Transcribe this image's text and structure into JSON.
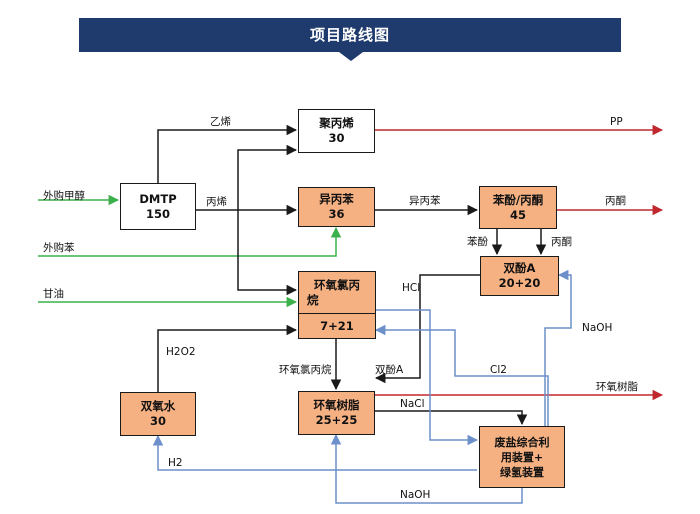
{
  "title": "项目路线图",
  "boxes": {
    "dmtp": {
      "name": "DMTP",
      "value": "150"
    },
    "polypropylene": {
      "name": "聚丙烯",
      "value": "30"
    },
    "cumene": {
      "name": "异丙苯",
      "value": "36"
    },
    "phenol_acetone": {
      "name": "苯酚/丙酮",
      "value": "45"
    },
    "bisphenol_a": {
      "name": "双酚A",
      "value": "20+20"
    },
    "epichlorohydrin": {
      "name_line1": "环氧氯丙",
      "name_line2": "烷",
      "value": "7+21"
    },
    "hydrogen_peroxide": {
      "name": "双氧水",
      "value": "30"
    },
    "epoxy_resin": {
      "name": "环氧树脂",
      "value": "25+25"
    },
    "waste_salt": {
      "line1": "废盐综合利",
      "line2": "用装置+",
      "line3": "绿氢装置"
    }
  },
  "labels": {
    "methanol_in": "外购甲醇",
    "benzene_in": "外购苯",
    "glycerol_in": "甘油",
    "ethylene": "乙烯",
    "propylene": "丙烯",
    "cumene_flow": "异丙苯",
    "phenol": "苯酚",
    "acetone_flow": "丙酮",
    "pp_out": "PP",
    "acetone_out": "丙酮",
    "hcl": "HCl",
    "naoh_right": "NaOH",
    "h2o2": "H2O2",
    "ech_flow": "环氧氯丙烷",
    "bpa_flow": "双酚A",
    "cl2": "Cl2",
    "epoxy_out": "环氧树脂",
    "nacl": "NaCl",
    "h2": "H2",
    "naoh_bottom": "NaOH"
  },
  "colors": {
    "banner": "#1f3b6e",
    "orange_box": "#f6b183",
    "black_flow": "#1a1a1a",
    "red_flow": "#c0282d",
    "green_flow": "#3cb04a",
    "blue_flow": "#6d8fca"
  }
}
